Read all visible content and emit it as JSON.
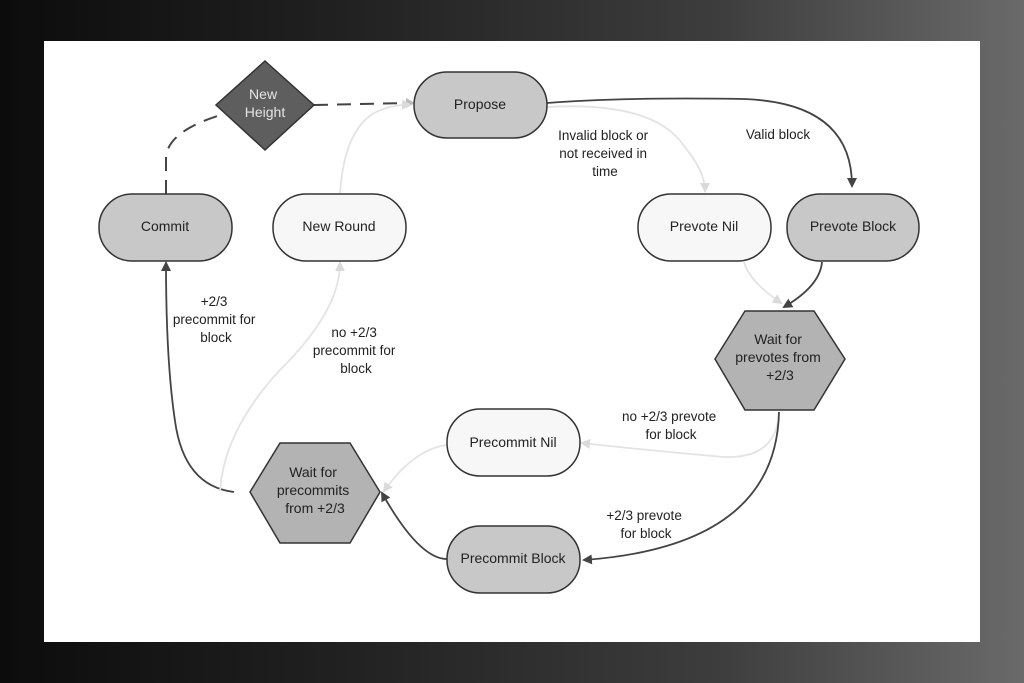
{
  "nodes": {
    "new_height": {
      "label": [
        "New",
        "Height"
      ],
      "fill": "#5e5e5e"
    },
    "propose": {
      "label": [
        "Propose"
      ],
      "fill": "#c8c8c8"
    },
    "commit": {
      "label": [
        "Commit"
      ],
      "fill": "#c8c8c8"
    },
    "new_round": {
      "label": [
        "New Round"
      ],
      "fill": "#f7f7f7"
    },
    "prevote_nil": {
      "label": [
        "Prevote Nil"
      ],
      "fill": "#f7f7f7"
    },
    "prevote_block": {
      "label": [
        "Prevote Block"
      ],
      "fill": "#c8c8c8"
    },
    "wait_prevotes": {
      "label": [
        "Wait for",
        "prevotes from",
        "+2/3"
      ],
      "fill": "#b3b3b3"
    },
    "precommit_nil": {
      "label": [
        "Precommit Nil"
      ],
      "fill": "#f7f7f7"
    },
    "wait_precommits": {
      "label": [
        "Wait for",
        "precommits",
        "from +2/3"
      ],
      "fill": "#b3b3b3"
    },
    "precommit_block": {
      "label": [
        "Precommit Block"
      ],
      "fill": "#c8c8c8"
    }
  },
  "edge_labels": {
    "invalid": [
      "Invalid block or",
      "not received in",
      "time"
    ],
    "valid": [
      "Valid block"
    ],
    "plus23_precommit_block": [
      "+2/3",
      "precommit for",
      "block"
    ],
    "no_plus23_precommit": [
      "no +2/3",
      "precommit for",
      "block"
    ],
    "no_plus23_prevote": [
      "no +2/3 prevote",
      "for block"
    ],
    "plus23_prevote": [
      "+2/3 prevote",
      "for block"
    ]
  },
  "colors": {
    "dark_edge": "#444444",
    "light_edge": "#e3e3e3",
    "node_stroke": "#333333"
  }
}
